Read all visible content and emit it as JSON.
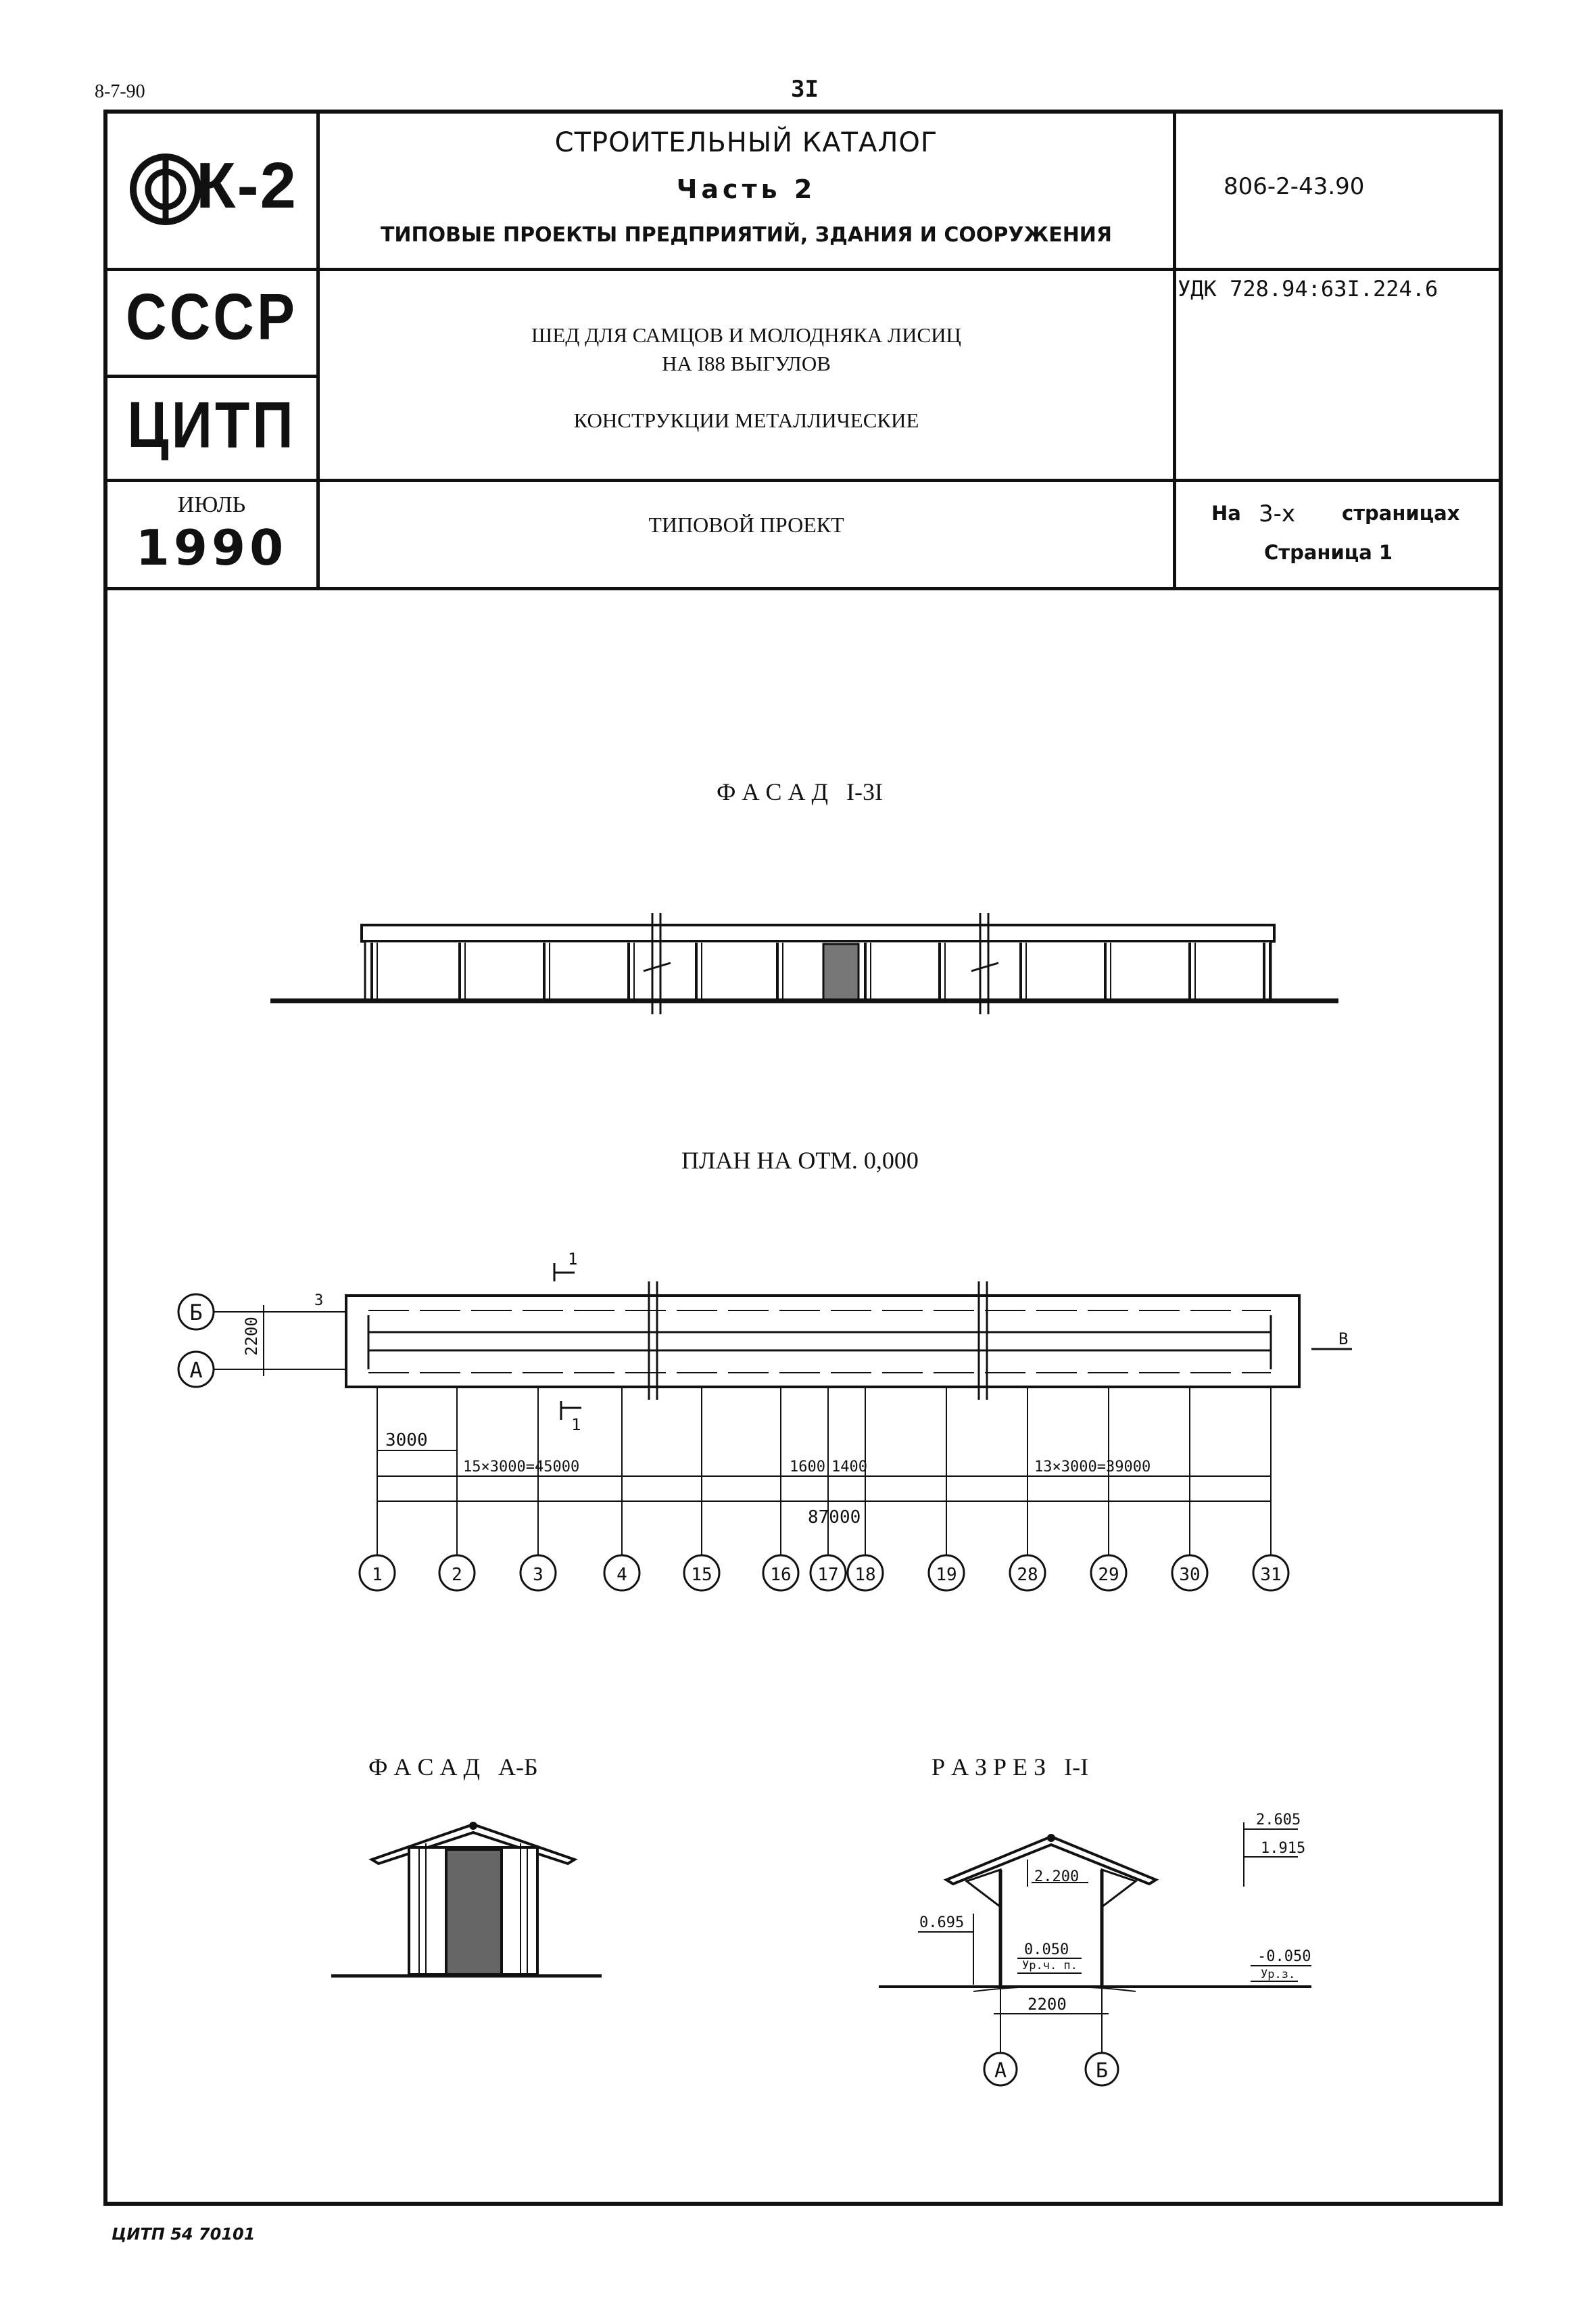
{
  "top": {
    "code": "8-7-90",
    "page_number": "3I"
  },
  "header": {
    "logo_text": "К-2",
    "title_main": "СТРОИТЕЛЬНЫЙ КАТАЛОГ",
    "title_part": "Часть 2",
    "title_sub": "ТИПОВЫЕ ПРОЕКТЫ ПРЕДПРИЯТИЙ, ЗДАНИЯ И СООРУЖЕНИЯ",
    "catalog_number": "806-2-43.90",
    "country": "СССР",
    "org": "ЦИТП",
    "project_title_line1": "ШЕД ДЛЯ САМЦОВ И МОЛОДНЯКА ЛИСИЦ",
    "project_title_line2": "НА I88 ВЫГУЛОВ",
    "project_subtitle": "КОНСТРУКЦИИ МЕТАЛЛИЧЕСКИЕ",
    "udk": "УДК 728.94:63I.224.6",
    "month": "ИЮЛЬ",
    "year": "1990",
    "doc_type": "ТИПОВОЙ ПРОЕКТ",
    "pages_prefix": "На",
    "pages_count": "3-х",
    "pages_suffix": "страницах",
    "page_label": "Страница 1"
  },
  "drawings": {
    "facade_title": "Ф А С А Д   I-3I",
    "plan_title": "ПЛАН НА ОТМ. 0,000",
    "plan_axes_letters": [
      "Б",
      "А"
    ],
    "plan_dim_width": "2200",
    "plan_section_marks": [
      "1",
      "1"
    ],
    "plan_marker_3": "3",
    "plan_marker_v": "В",
    "dim_3000": "3000",
    "dim_15x3000": "15×3000=45000",
    "dim_1600": "1600",
    "dim_1400": "1400",
    "dim_13x3000": "13×3000=39000",
    "dim_total": "87000",
    "axis_numbers": [
      "1",
      "2",
      "3",
      "4",
      "15",
      "16",
      "17",
      "18",
      "19",
      "28",
      "29",
      "30",
      "31"
    ],
    "facade_ab_title": "Ф А С А Д   А-Б",
    "section_title": "Р А З Р Е З   I-I",
    "elev_2605": "2.605",
    "elev_1915": "1.915",
    "elev_0695": "0.695",
    "elev_2200_top": "2.200",
    "elev_0050": "0.050",
    "label_ur_ch_p": "Ур.ч. п.",
    "elev_minus_0050": "-0.050",
    "label_ur_z": "Ур.з.",
    "dim_section_2200": "2200",
    "section_axes": [
      "А",
      "Б"
    ]
  },
  "footer": {
    "stamp": "ЦИТП 54 70101"
  }
}
